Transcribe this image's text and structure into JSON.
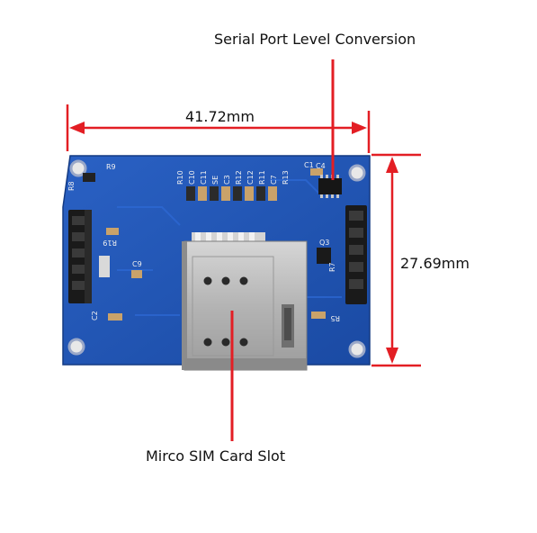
{
  "annotations": {
    "serial_port": "Serial Port Level Conversion",
    "width": "41.72mm",
    "height": "27.69mm",
    "sim_slot": "Mirco SIM Card Slot"
  },
  "silkscreen": {
    "r9": "R9",
    "r8": "R8",
    "r19": "R19",
    "c9": "C9",
    "c2": "C2",
    "c1": "C1",
    "c4": "C4",
    "q3": "Q3",
    "r5": "R5",
    "r7": "R7",
    "row_labels": [
      "R10",
      "C10",
      "C11",
      "SE",
      "C3",
      "R12",
      "C12",
      "R11",
      "C7",
      "R13"
    ]
  },
  "colors": {
    "pcb": "#1f56b6",
    "pcb_dark": "#173f8c",
    "header": "#1a1a1a",
    "slot_metal": "#b8b8b8",
    "annotation_line": "#e31e24"
  }
}
